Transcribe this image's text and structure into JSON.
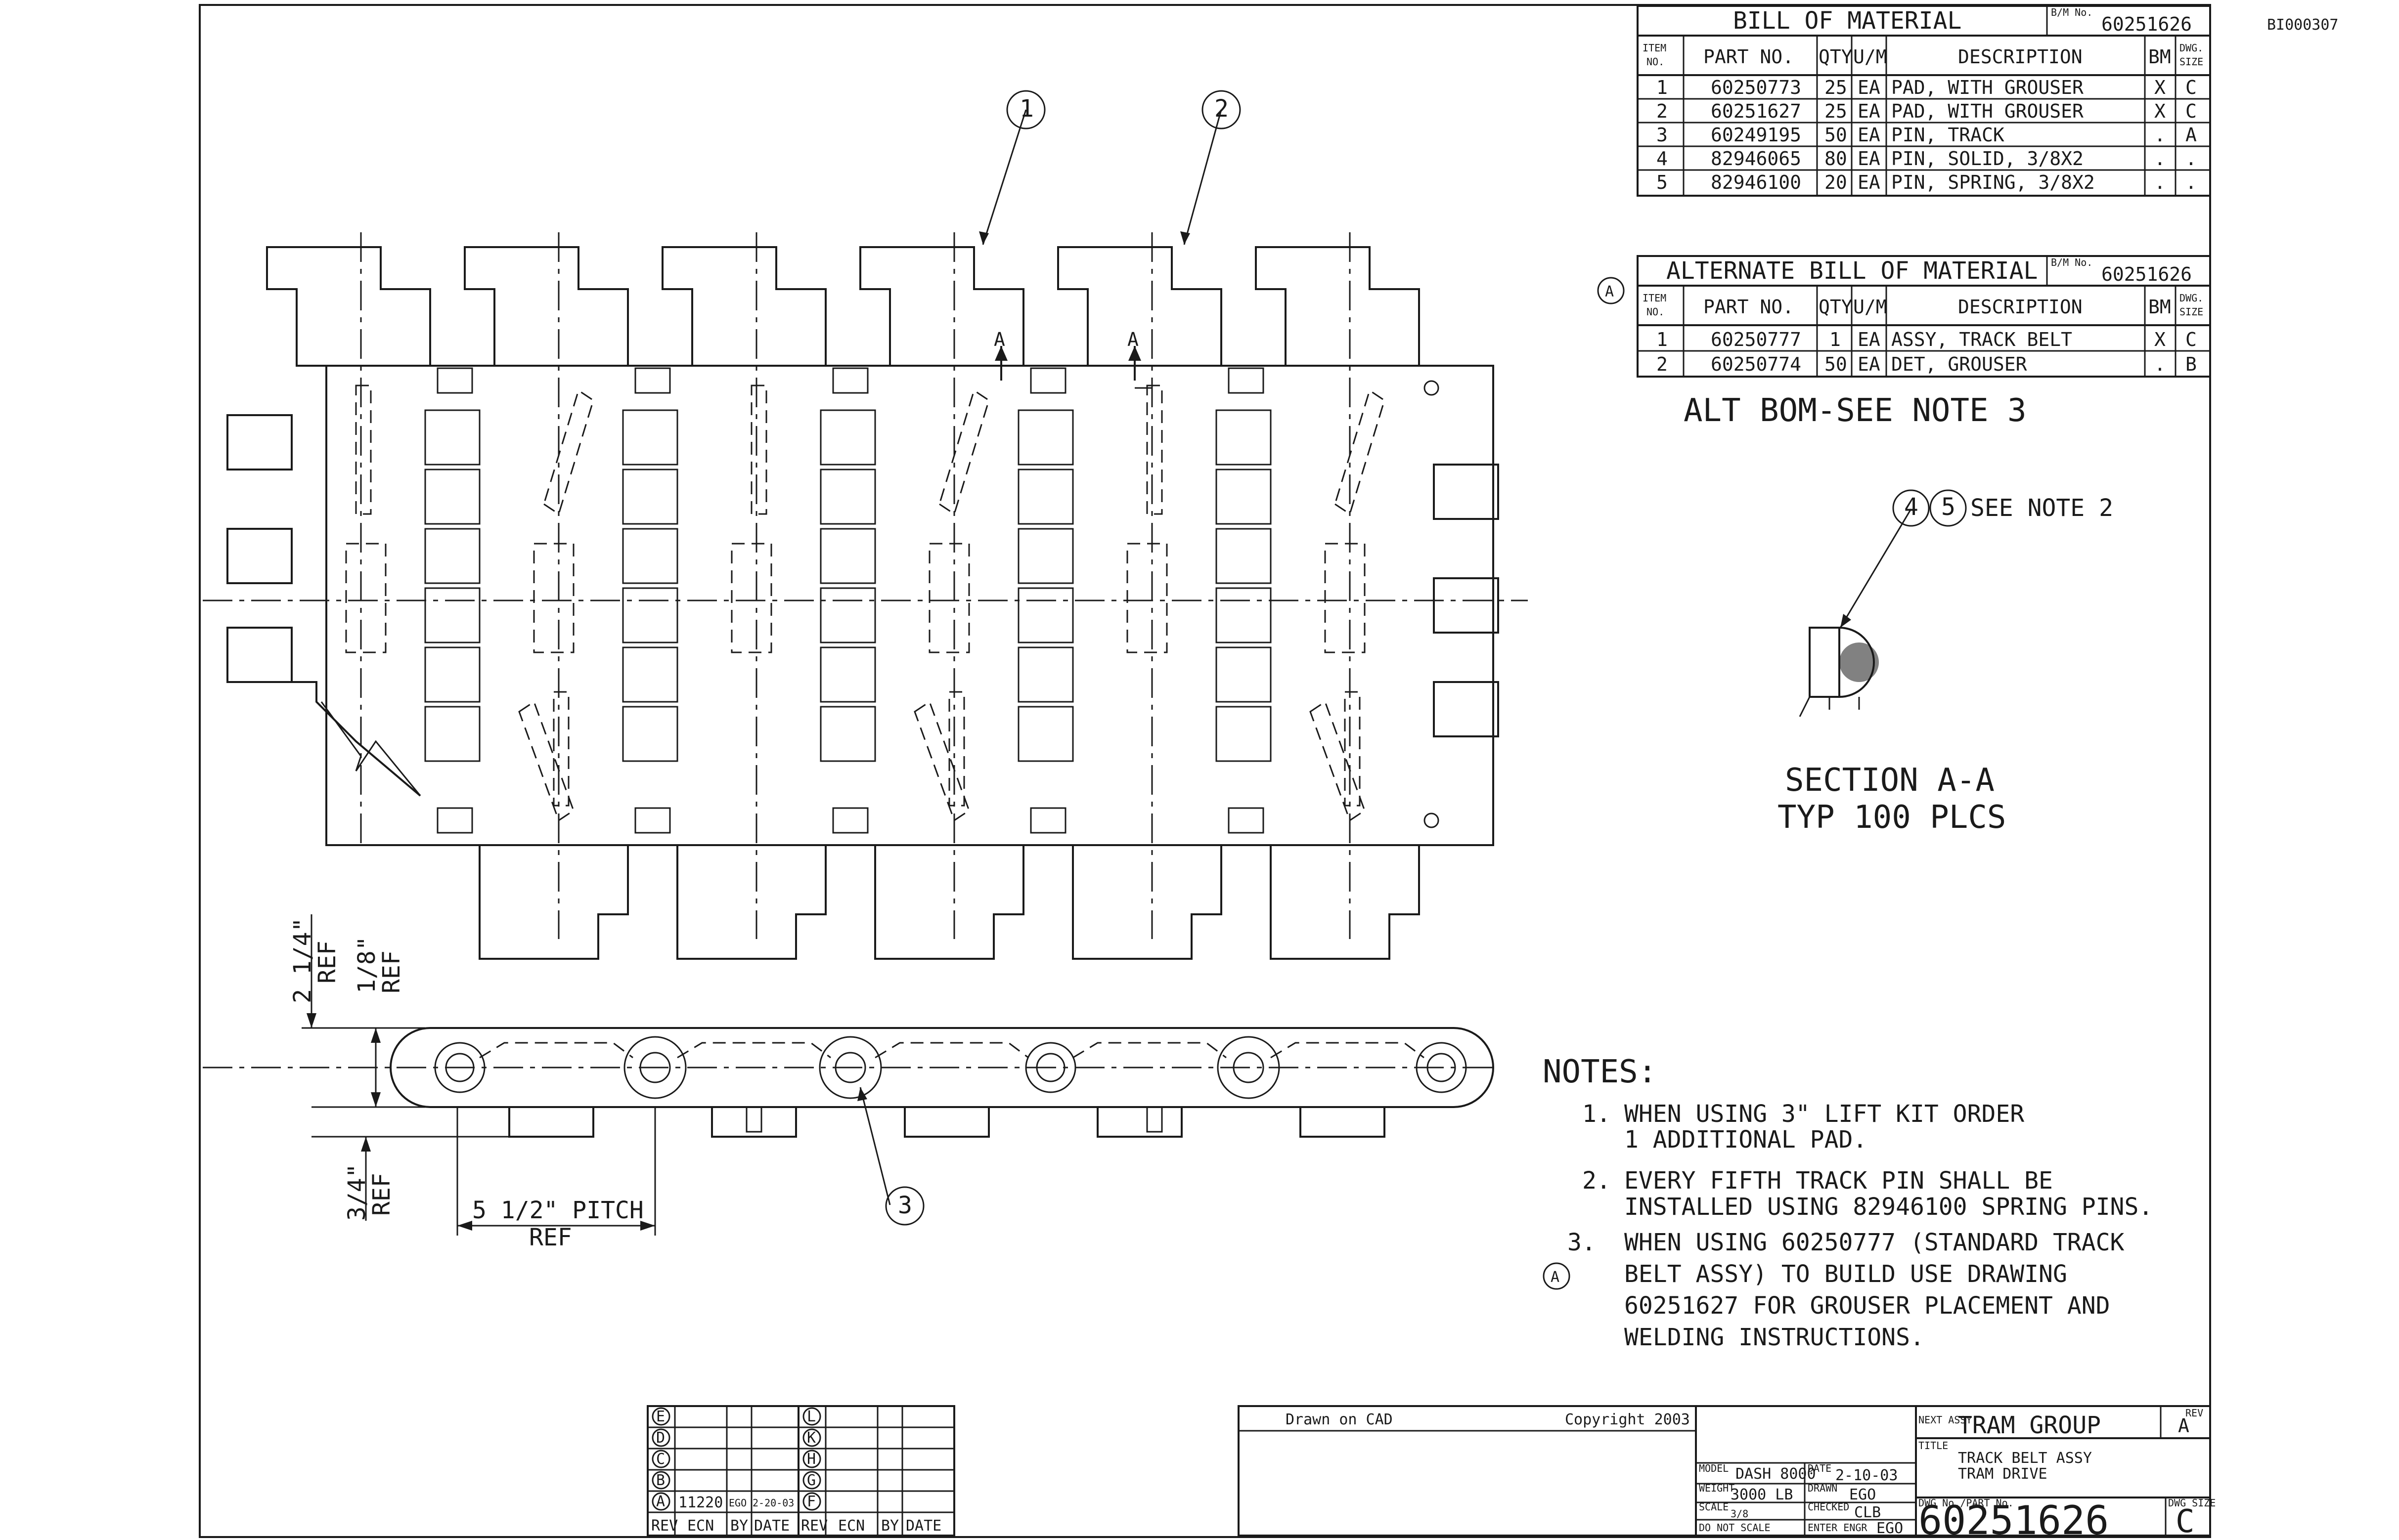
{
  "sheet_id": "BI000307",
  "bom": {
    "title": "BILL OF MATERIAL",
    "bm_no_label": "B/M No.",
    "bm_no": "60251626",
    "headers": [
      "ITEM NO.",
      "PART NO.",
      "QTY",
      "U/M",
      "DESCRIPTION",
      "BM",
      "DWG. SIZE"
    ],
    "rows": [
      [
        "1",
        "60250773",
        "25",
        "EA",
        "PAD, WITH GROUSER",
        "X",
        "C"
      ],
      [
        "2",
        "60251627",
        "25",
        "EA",
        "PAD, WITH GROUSER",
        "X",
        "C"
      ],
      [
        "3",
        "60249195",
        "50",
        "EA",
        "PIN, TRACK",
        ".",
        "A"
      ],
      [
        "4",
        "82946065",
        "80",
        "EA",
        "PIN, SOLID, 3/8X2",
        ".",
        "."
      ],
      [
        "5",
        "82946100",
        "20",
        "EA",
        "PIN, SPRING, 3/8X2",
        ".",
        "."
      ]
    ]
  },
  "alt_bom": {
    "rev_marker": "A",
    "title": "ALTERNATE BILL OF MATERIAL",
    "bm_no_label": "B/M No.",
    "bm_no": "60251626",
    "headers": [
      "ITEM NO.",
      "PART NO.",
      "QTY",
      "U/M",
      "DESCRIPTION",
      "BM",
      "DWG. SIZE"
    ],
    "rows": [
      [
        "1",
        "60250777",
        "1",
        "EA",
        "ASSY, TRACK BELT",
        "X",
        "C"
      ],
      [
        "2",
        "60250774",
        "50",
        "EA",
        "DET, GROUSER",
        ".",
        "B"
      ]
    ],
    "note": "ALT BOM-SEE NOTE 3"
  },
  "balloons": {
    "b1": "1",
    "b2": "2",
    "b3": "3",
    "b4": "4",
    "b5": "5"
  },
  "section_marks": {
    "a1": "A",
    "a2": "A"
  },
  "section_view": {
    "callout": "SEE NOTE 2",
    "title": "SECTION A-A",
    "subtitle": "TYP 100 PLCS"
  },
  "dimensions": {
    "d1": "2 1/4\"",
    "d1_ref": "REF",
    "d2": "1/8\"",
    "d2_ref": "REF",
    "d3": "3/4\"",
    "d3_ref": "REF",
    "pitch": "5 1/2\" PITCH",
    "pitch_ref": "REF"
  },
  "notes": {
    "heading": "NOTES:",
    "n1_num": "1.",
    "n1_l1": "WHEN USING 3\" LIFT KIT ORDER",
    "n1_l2": "1 ADDITIONAL PAD.",
    "n2_num": "2.",
    "n2_l1": "EVERY FIFTH TRACK PIN SHALL BE",
    "n2_l2": "INSTALLED USING 82946100 SPRING PINS.",
    "n3_num": "3.",
    "n3_marker": "A",
    "n3_l1": "WHEN USING 60250777 (STANDARD TRACK",
    "n3_l2": "BELT ASSY) TO BUILD USE DRAWING",
    "n3_l3": "60251627 FOR GROUSER PLACEMENT AND",
    "n3_l4": "WELDING INSTRUCTIONS."
  },
  "revisions": {
    "left_letters": [
      "E",
      "D",
      "C",
      "B",
      "A"
    ],
    "right_letters": [
      "L",
      "K",
      "H",
      "G",
      "F"
    ],
    "rev_a": {
      "ecn": "11220",
      "by": "EGO",
      "date": "2-20-03"
    },
    "footer": [
      "REV",
      "ECN",
      "BY",
      "DATE",
      "REV",
      "ECN",
      "BY",
      "DATE"
    ]
  },
  "title_block": {
    "drawn_on": "Drawn on CAD",
    "copyright": "Copyright 2003",
    "next_assy_label": "NEXT ASSY.",
    "next_assy": "TRAM GROUP",
    "rev_label": "REV",
    "rev": "A",
    "title_label": "TITLE",
    "title_l1": "TRACK BELT ASSY",
    "title_l2": "TRAM DRIVE",
    "model_label": "MODEL",
    "model": "DASH 8000",
    "date_label": "DATE",
    "date": "2-10-03",
    "weight_label": "WEIGHT",
    "weight": "3000 LB",
    "drawn_label": "DRAWN",
    "drawn": "EGO",
    "scale_label": "SCALE",
    "scale": "3/8",
    "checked_label": "CHECKED",
    "checked": "CLB",
    "no_scale": "DO NOT SCALE",
    "engr_label": "ENTER ENGR",
    "engr": "EGO",
    "dwg_no_label": "DWG No./PART No.",
    "dwg_no": "60251626",
    "dwg_size_label": "DWG SIZE",
    "dwg_size": "C"
  }
}
